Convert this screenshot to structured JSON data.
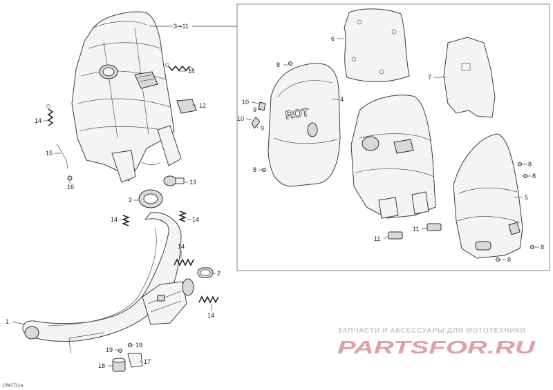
{
  "callouts": {
    "c3_11": "3➞11",
    "c14_upper": "14",
    "c12": "12",
    "c14_left": "14",
    "c15": "15",
    "c16": "16",
    "c13": "13",
    "c2_left": "2",
    "c14_midl": "14",
    "c14_midr": "14",
    "c14_low1": "14",
    "c2_right": "2",
    "c14_low2": "14",
    "c1": "1",
    "c19_a": "19",
    "c19_b": "19",
    "c18": "18",
    "c17": "17",
    "c6": "6",
    "c7": "7",
    "c8_top": "8",
    "c4": "4",
    "c10_a": "10",
    "c9_a": "9",
    "c10_b": "10",
    "c9_b": "9",
    "c8_left": "8",
    "c8_r1": "8",
    "c8_r2": "8",
    "c5": "5",
    "c11_a": "11",
    "c11_b": "11",
    "c8_r3": "8",
    "c8_r4": "8"
  },
  "watermark": {
    "tagline": "ЗАПЧАСТИ И АКСЕССУАРЫ ДЛЯ МОТОТЕХНИКИ",
    "brand": "PARTSFOR.RU"
  },
  "housing_text": "ROT",
  "figure_ref": "13M1711a",
  "colors": {
    "line": "#3a3a3a",
    "watermark_brand": "#e0a0a8",
    "watermark_tagline": "#c9c9c9",
    "frame": "#666666"
  }
}
